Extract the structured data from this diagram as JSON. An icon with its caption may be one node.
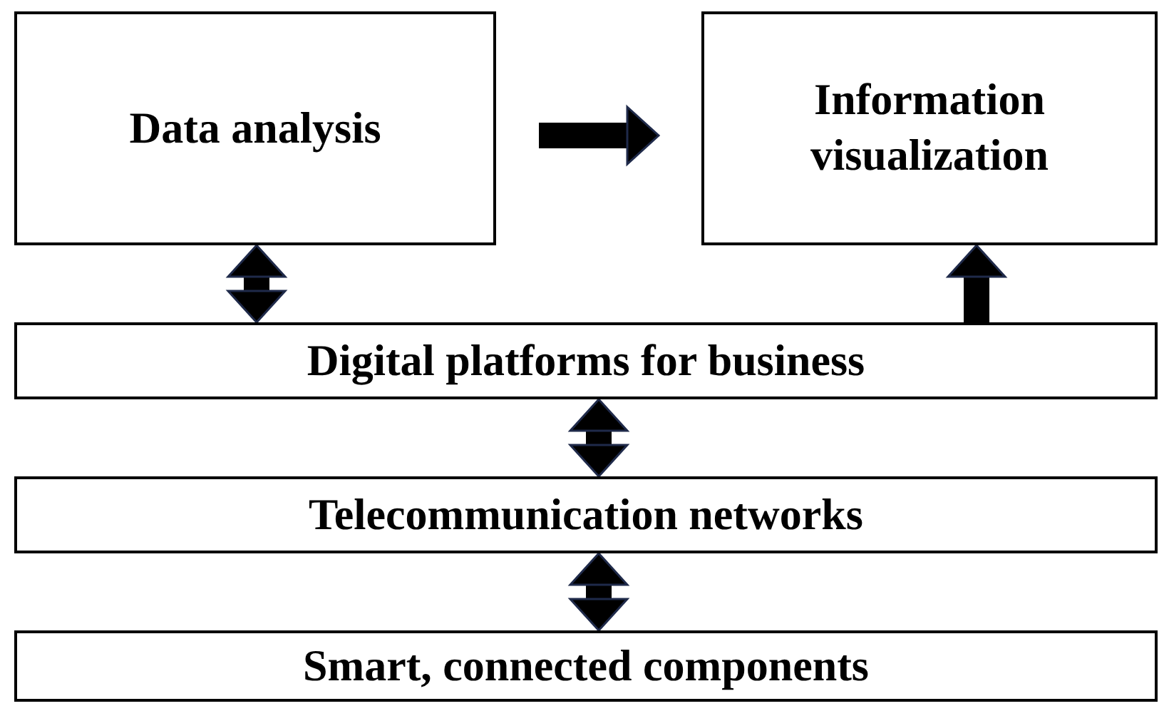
{
  "diagram": {
    "nodes": [
      {
        "text": [
          "Data analysis"
        ]
      },
      {
        "text": [
          "Information visualization"
        ]
      },
      {
        "text": [
          "Digital platforms for business"
        ]
      },
      {
        "text": [
          "Telecommunication networks"
        ]
      },
      {
        "text": [
          "Smart, connected components"
        ]
      }
    ],
    "edges": [
      {
        "from": 0,
        "to": 1,
        "arrow": "to"
      },
      {
        "from": 0,
        "to": 2,
        "arrow": "both"
      },
      {
        "from": 2,
        "to": 1,
        "arrow": "to"
      },
      {
        "from": 2,
        "to": 3,
        "arrow": "both"
      },
      {
        "from": 3,
        "to": 4,
        "arrow": "both"
      }
    ]
  }
}
